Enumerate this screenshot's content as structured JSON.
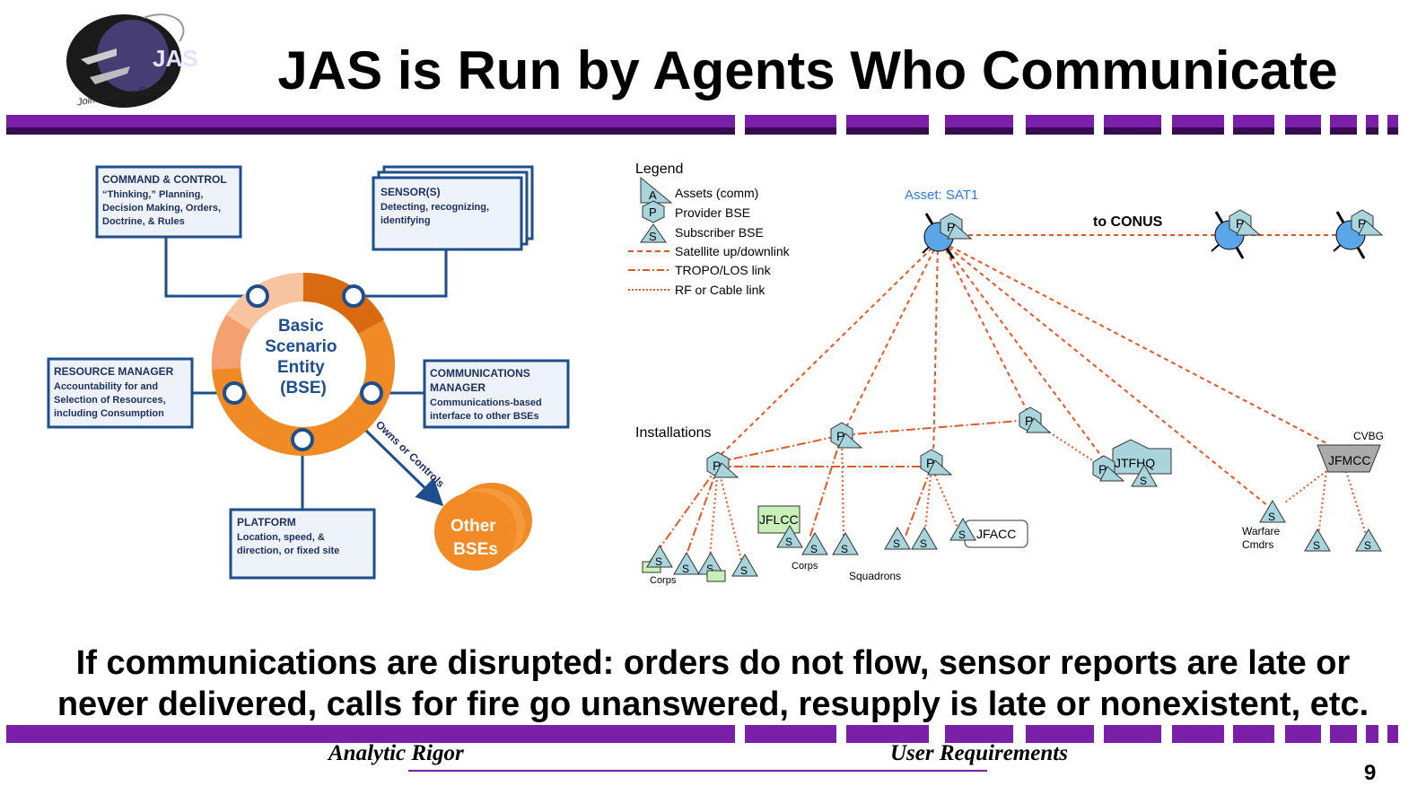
{
  "logo": {
    "abbr": "JAS",
    "caption": "Joint Analysis System"
  },
  "title": "JAS is Run by Agents Who Communicate",
  "left": {
    "core": [
      "Basic",
      "Scenario",
      "Entity",
      "(BSE)"
    ],
    "boxes": {
      "c2": {
        "title": "COMMAND & CONTROL",
        "lines": [
          "“Thinking,” Planning,",
          "Decision Making, Orders,",
          "Doctrine, & Rules"
        ]
      },
      "sensor": {
        "title": "SENSOR(S)",
        "lines": [
          "Detecting, recognizing,",
          "identifying"
        ]
      },
      "resource": {
        "title": "RESOURCE MANAGER",
        "lines": [
          "Accountability  for and",
          "Selection of Resources,",
          "including Consumption"
        ]
      },
      "comms": {
        "title": "COMMUNICATIONS",
        "title2": "MANAGER",
        "lines": [
          "Communications-based",
          "interface to other BSEs"
        ]
      },
      "platform": {
        "title": "PLATFORM",
        "lines": [
          "Location, speed, &",
          "direction, or fixed site"
        ]
      }
    },
    "arrow_label": "Owns or Controls",
    "other": [
      "Other",
      "BSEs"
    ]
  },
  "right": {
    "legend": {
      "title": "Legend",
      "items": [
        "Assets (comm)",
        "Provider BSE",
        "Subscriber BSE",
        "Satellite up/downlink",
        "TROPO/LOS link",
        "RF or Cable link"
      ],
      "symbols": {
        "asset": "A",
        "provider": "P",
        "subscriber": "S"
      }
    },
    "asset_label": "Asset: SAT1",
    "conus_label": "to CONUS",
    "installations_label": "Installations",
    "nodes": {
      "jtfhq": "JTFHQ",
      "jfmcc": "JFMCC",
      "cvbg": "CVBG",
      "jflcc": "JFLCC",
      "jfacc": "JFACC"
    },
    "labels": {
      "corps1": "Corps",
      "corps2": "Corps",
      "squadrons": "Squadrons",
      "warfare": [
        "Warfare",
        "Cmdrs"
      ]
    }
  },
  "bottom": {
    "line1": "If communications are disrupted: orders do not flow, sensor reports are late or",
    "line2": "never delivered, calls for fire go unanswered, resupply is late or nonexistent, etc."
  },
  "footer": {
    "left": "Analytic Rigor",
    "right": "User Requirements",
    "page": "9"
  },
  "colors": {
    "purple": "#7a1fa8",
    "dark_purple": "#3a0a52",
    "link_red": "#e0582a",
    "box_blue": "#1f4e8c",
    "node_fill": "#a8d4dc",
    "sat_fill": "#5aa6e8",
    "orange": "#f08a24"
  }
}
